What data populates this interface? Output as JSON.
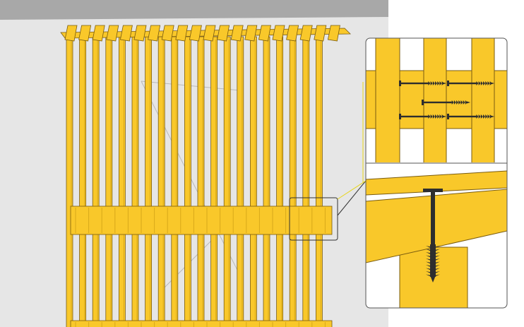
{
  "illustration": {
    "main_view": "fence-panel-assembly",
    "detail_top": "screw-pattern-detail",
    "detail_bottom": "screw-cross-section-detail"
  },
  "colors": {
    "wood": "#F9C82A",
    "wood_edge": "#7a5c10",
    "wood_shade": "#D8A91A",
    "screw": "#2e2e2e",
    "wall_top": "#a8a8a8",
    "background_wall": "#e6e6e6",
    "callout_line": "#e8d51a"
  },
  "counts": {
    "vertical_slats": 20,
    "top_slats": 20,
    "horizontal_rails": 2
  }
}
